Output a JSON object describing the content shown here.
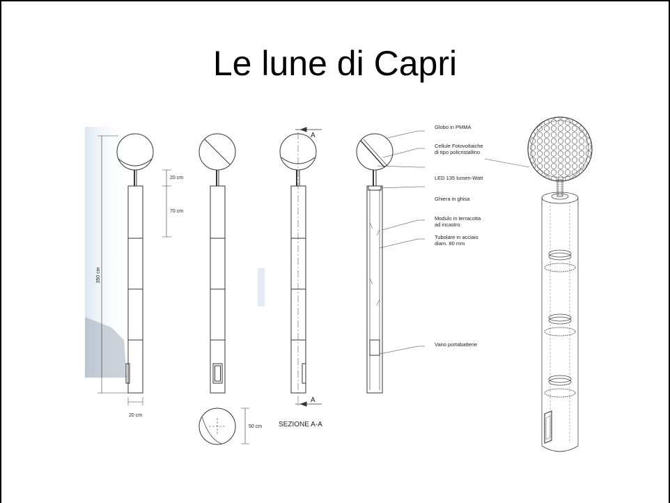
{
  "slide": {
    "title": "Le lune di Capri"
  },
  "dimensions": {
    "total_height": "350 cm",
    "gap": "20 cm",
    "module": "70 cm",
    "width": "20 cm",
    "globe_diameter": "50 cm"
  },
  "section": {
    "marker_top": "A",
    "marker_bottom": "A",
    "caption": "SEZIONE A-A"
  },
  "labels": {
    "globe": "Globo in PMMA",
    "cells_line1": "Cellule Fotovoltaiche",
    "cells_line2": "di tipo policristallino",
    "led": "LED 135 lumen-Watt",
    "ring": "Ghiera in ghisa",
    "module_line1": "Modulo in terracotta",
    "module_line2": "ad incastro",
    "tube_line1": "Tubolare in acciaio",
    "tube_line2": "diam. 80 mm",
    "battery": "Vano portabatterie"
  },
  "colors": {
    "line": "#333333",
    "background": "#ffffff",
    "watercolor": "#c9d7e6"
  }
}
